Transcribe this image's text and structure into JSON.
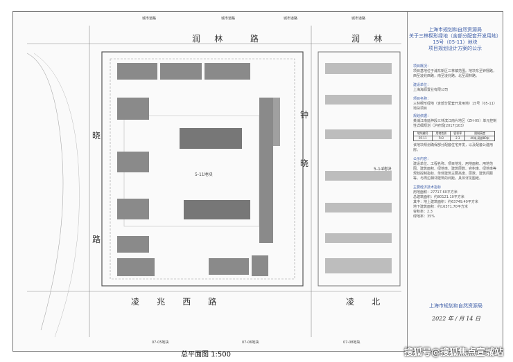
{
  "header": {
    "issuer": "上海市规划和自然资源局",
    "subject_line1": "关于三林楔形绿地（含部分配套开发用地）",
    "subject_line2": "15号（05-11）地块",
    "subject_line3": "项目规划设计方案的公示"
  },
  "panel": {
    "project_overview_title": "项目概况：",
    "project_overview_text": "项目基地位于浦东新区三林镇范围。地块东至钟翔路，西至凌兆西路，南至凌兆路，北至润林路。",
    "developer_title": "建设单位：",
    "developer_text": "上海海源置业有限公司",
    "project_name_title": "项目名称：",
    "project_name_text": "三林楔形绿地（含部分配套开发用地）15号（05-11）地块项目",
    "plan_basis_title": "规划依据：",
    "plan_basis_text": "黄浦江南延伸段三林滨江南片地区（ZH-05）单元控制性详细规划（沪府规[2017]103）",
    "table_headers": [
      "地块编号",
      "用地性质",
      "容积率",
      "限制高度"
    ],
    "table_row": [
      "05-11",
      "Rr3",
      "2.3",
      "40米,局部80米"
    ],
    "note_text": "该地块规划确保部分配套住宅开发，以及配套公建用房。",
    "publicity_title": "公示内容：",
    "publicity_text": "建设单位、工程名称、项目地址、用地面积、用地范围、建筑面积、绿地率、建筑层数、容积率、绿地率等规划控制指标、单体建筑主要高度、层数、建筑间距等。与周边相邻建筑的间距，具体详见图纸。",
    "indicators_title": "主要经济技术指标",
    "indicators": [
      "用地面积：27717.60平方米",
      "总建筑面积：约80121.10平方米",
      "其中：地上建筑面积：约63749.40平方米",
      "地下建筑面积：约16371.70平方米",
      "容积率：2.3",
      "绿地率：35%"
    ],
    "signature": "上海市规划和自然资源局",
    "date": "2022 年 / 月 14 日"
  },
  "plan": {
    "roads": {
      "north_a": "润",
      "north_b": "林",
      "north_c": "路",
      "north_right_a": "润",
      "north_right_b": "林",
      "south_a": "凌",
      "south_b": "兆",
      "south_c": "西",
      "south_d": "路",
      "south_right_a": "凌",
      "south_right_b": "北",
      "west_a": "晓",
      "west_b": "路",
      "east_a": "钟",
      "east_b": "晓"
    },
    "site_label": "5-11地块",
    "east_label": "5-14地块",
    "top_labels": [
      "城市道路",
      "城市道路",
      "城市道路",
      "城市道路"
    ],
    "bottom_labels": [
      "07-05地块",
      "07-06地块",
      "07-08地块"
    ],
    "drawing_title": "总平面图 1:500"
  },
  "watermark": "搜狐号@搜狐焦点宣城站"
}
